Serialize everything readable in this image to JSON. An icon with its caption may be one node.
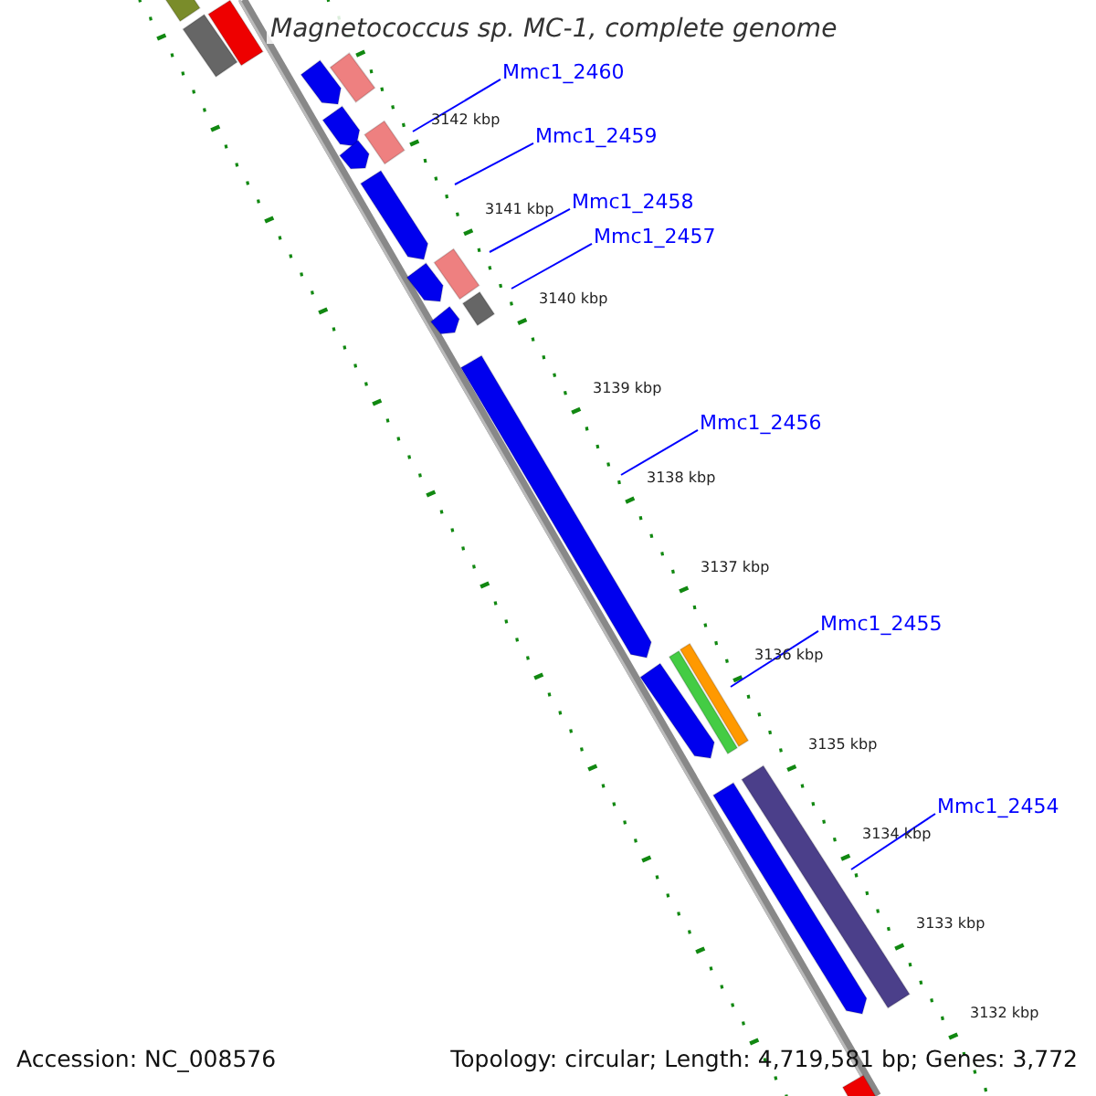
{
  "diagram": {
    "title": "Magnetococcus sp. MC-1, complete genome",
    "nodes": [
      {
        "text": [
          "Mmc1_2460"
        ]
      },
      {
        "text": [
          "Mmc1_2459"
        ]
      },
      {
        "text": [
          "Mmc1_2458"
        ]
      },
      {
        "text": [
          "Mmc1_2457"
        ]
      },
      {
        "text": [
          "Mmc1_2456"
        ]
      },
      {
        "text": [
          "Mmc1_2455"
        ]
      },
      {
        "text": [
          "Mmc1_2454"
        ]
      }
    ],
    "edges": [
      {
        "from": 0,
        "to": null,
        "arrow": "none"
      },
      {
        "from": 1,
        "to": null,
        "arrow": "none"
      },
      {
        "from": 2,
        "to": null,
        "arrow": "none"
      },
      {
        "from": 3,
        "to": null,
        "arrow": "none"
      },
      {
        "from": 4,
        "to": null,
        "arrow": "none"
      },
      {
        "from": 5,
        "to": null,
        "arrow": "none"
      },
      {
        "from": 6,
        "to": null,
        "arrow": "none"
      }
    ],
    "labels": [
      "3142 kbp",
      "3141 kbp",
      "3140 kbp",
      "3139 kbp",
      "3138 kbp",
      "3137 kbp",
      "3136 kbp",
      "3135 kbp",
      "3134 kbp",
      "3133 kbp",
      "3132 kbp",
      "Accession: NC_008576",
      "Topology: circular; Length: 4,719,581 bp; Genes: 3,772"
    ]
  }
}
